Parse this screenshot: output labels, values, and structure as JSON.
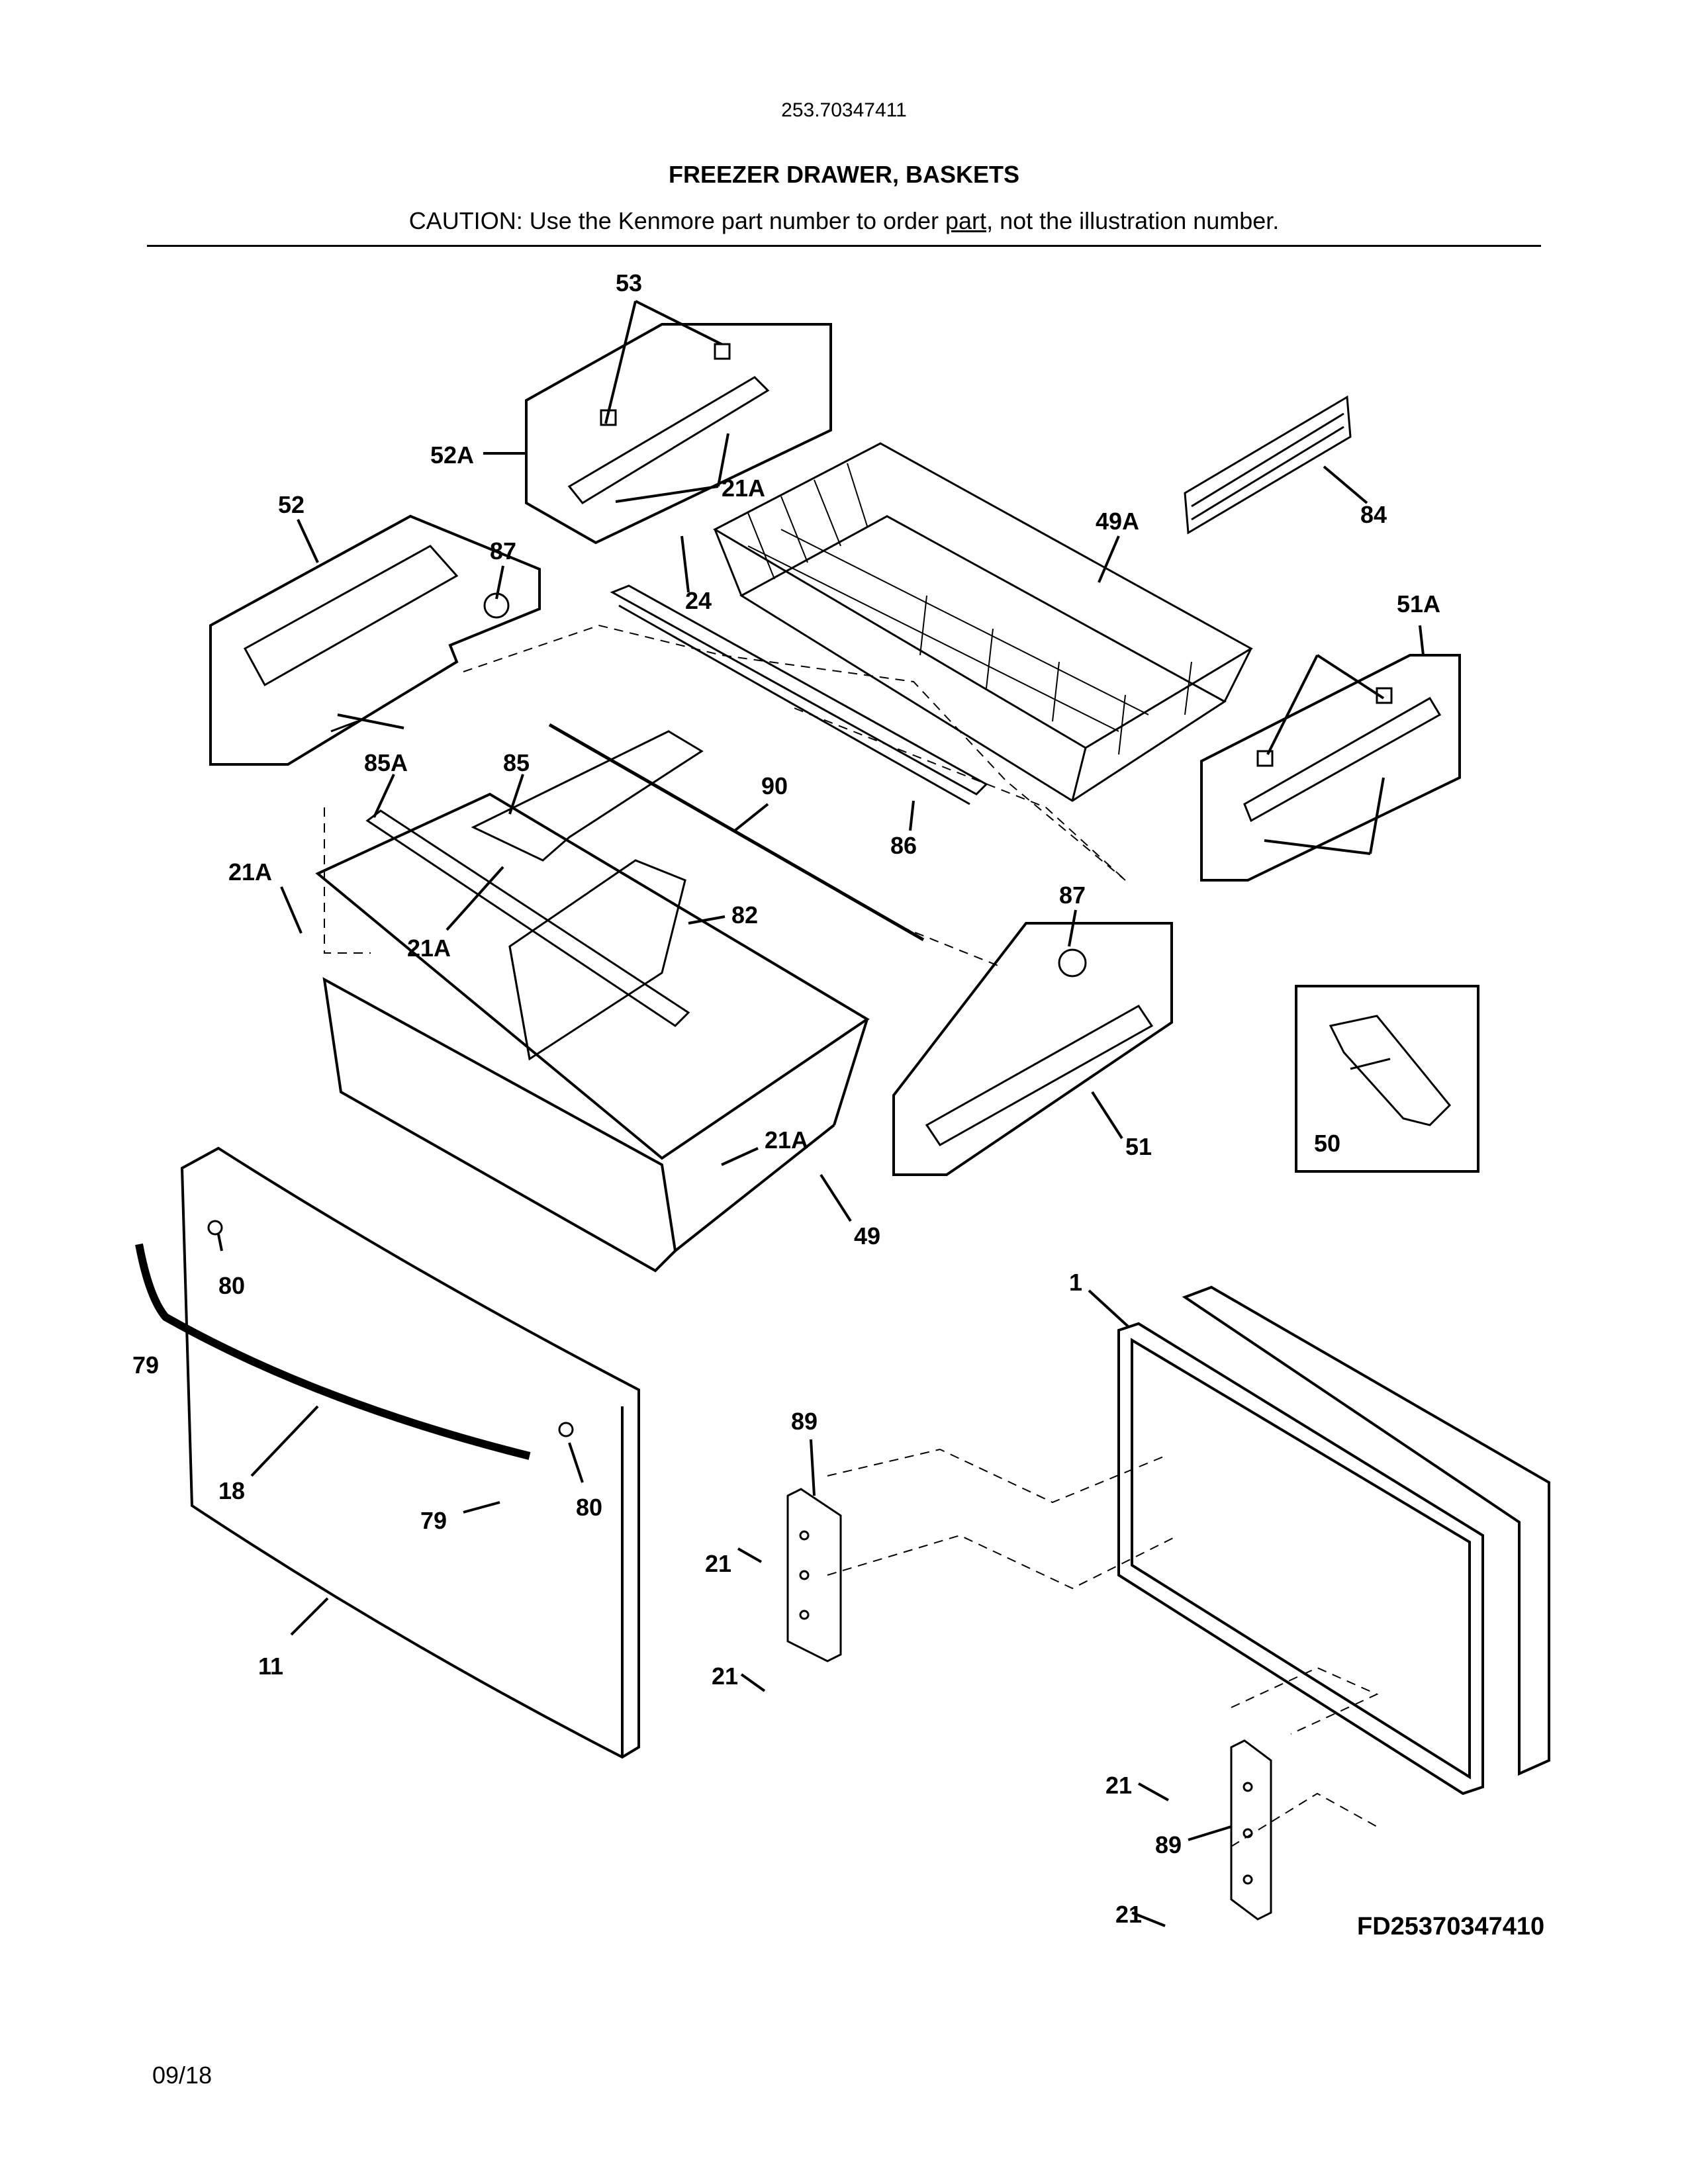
{
  "header": {
    "model_number": "253.70347411",
    "title": "FREEZER DRAWER, BASKETS",
    "caution_prefix": "CAUTION: Use the Kenmore part number to order ",
    "caution_underlined": "part",
    "caution_suffix": ", not the illustration number."
  },
  "callouts": [
    "53",
    "52A",
    "21A",
    "52",
    "87",
    "24",
    "49A",
    "84",
    "51A",
    "85A",
    "85",
    "90",
    "86",
    "21A",
    "82",
    "21A",
    "87",
    "50",
    "51",
    "21A",
    "49",
    "80",
    "79",
    "1",
    "18",
    "79",
    "80",
    "89",
    "21",
    "11",
    "21",
    "21",
    "89",
    "21"
  ],
  "footer": {
    "diagram_code": "FD25370347410",
    "date": "09/18"
  }
}
